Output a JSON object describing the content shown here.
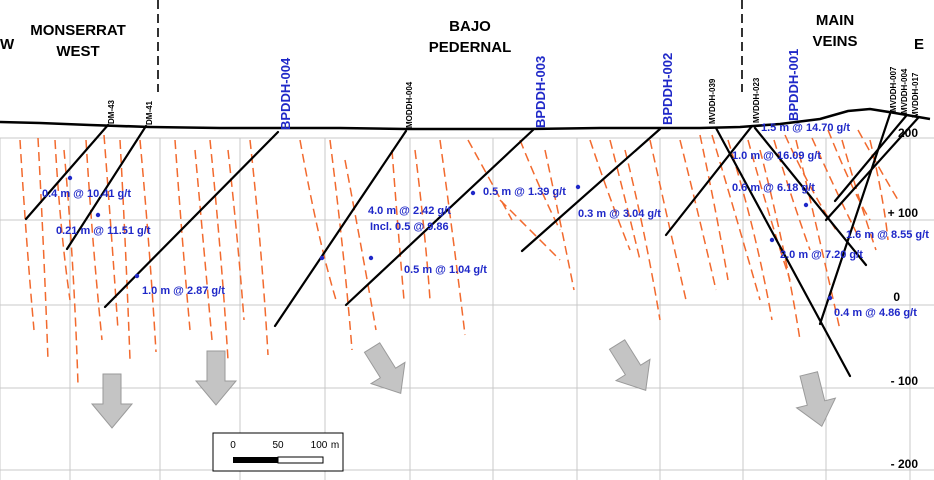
{
  "regions": [
    {
      "name": "MONSERRAT",
      "name2": "WEST"
    },
    {
      "name": "BAJO",
      "name2": "PEDERNAL"
    },
    {
      "name": "MAIN",
      "name2": "VEINS"
    }
  ],
  "directions": {
    "west": "W",
    "east": "E"
  },
  "elevation_labels": [
    "200",
    "+ 100",
    "0",
    "- 100",
    "- 200"
  ],
  "scale_bar": {
    "ticks": [
      "0",
      "50",
      "100"
    ],
    "unit": "m"
  },
  "drillholes": [
    {
      "id": "DM-43",
      "color": "#000000"
    },
    {
      "id": "DM-41",
      "color": "#000000"
    },
    {
      "id": "BPDDH-004",
      "color": "#1f28c8"
    },
    {
      "id": "MODDH-004",
      "color": "#000000"
    },
    {
      "id": "BPDDH-003",
      "color": "#1f28c8"
    },
    {
      "id": "BPDDH-002",
      "color": "#1f28c8"
    },
    {
      "id": "MVDDH-039",
      "color": "#000000"
    },
    {
      "id": "MVDDH-023",
      "color": "#000000"
    },
    {
      "id": "BPDDH-001",
      "color": "#1f28c8"
    },
    {
      "id": "MVDDH-007",
      "color": "#000000"
    },
    {
      "id": "MVDDH-004",
      "color": "#000000"
    },
    {
      "id": "MVDDH-017",
      "color": "#000000"
    }
  ],
  "intercepts": [
    "0.4 m @ 10.41 g/t",
    "0.21 m @ 11.51 g/t",
    "1.0 m @ 2.87 g/t",
    "4.0 m @ 2.42 g/t",
    "Incl. 0.5 @ 9.86",
    "0.5 m @ 1.04 g/t",
    "0.5 m @ 1.39 g/t",
    "0.3 m @ 3.04 g/t",
    "1.5 m @ 14.70 g/t",
    "1.0 m @ 16.09 g/t",
    "0.6 m @ 6.18 g/t",
    "1.6 m @ 8.55 g/t",
    "2.0 m @ 7.20 g/t",
    "0.4 m @ 4.86 g/t"
  ],
  "colors": {
    "grid": "#c8c8c8",
    "vein": "#f26a2e",
    "hole": "#000000",
    "label": "#1f28c8",
    "arrow_fill": "#c4c4c4",
    "arrow_stroke": "#9a9a9a"
  }
}
